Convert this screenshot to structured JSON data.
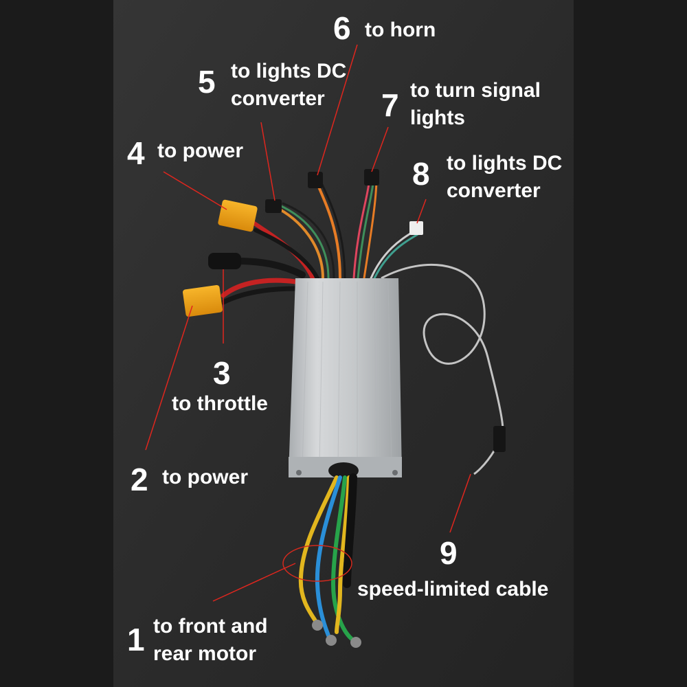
{
  "colors": {
    "frame": "#1b1b1b",
    "backdrop": "#2a2a2a",
    "label_text": "#ffffff",
    "leader_line": "#e0261e",
    "connector": "#f2a91c",
    "housing": "#c9ccce"
  },
  "callouts": [
    {
      "number": "1",
      "lines": [
        "to front and",
        "rear motor"
      ]
    },
    {
      "number": "2",
      "lines": [
        "to power"
      ]
    },
    {
      "number": "3",
      "lines": [
        "to throttle"
      ]
    },
    {
      "number": "4",
      "lines": [
        "to power"
      ]
    },
    {
      "number": "5",
      "lines": [
        "to lights DC",
        "converter"
      ]
    },
    {
      "number": "6",
      "lines": [
        "to horn"
      ]
    },
    {
      "number": "7",
      "lines": [
        "to turn signal",
        "lights"
      ]
    },
    {
      "number": "8",
      "lines": [
        "to lights DC",
        "converter"
      ]
    },
    {
      "number": "9",
      "lines": [
        "speed-limited cable"
      ]
    }
  ]
}
